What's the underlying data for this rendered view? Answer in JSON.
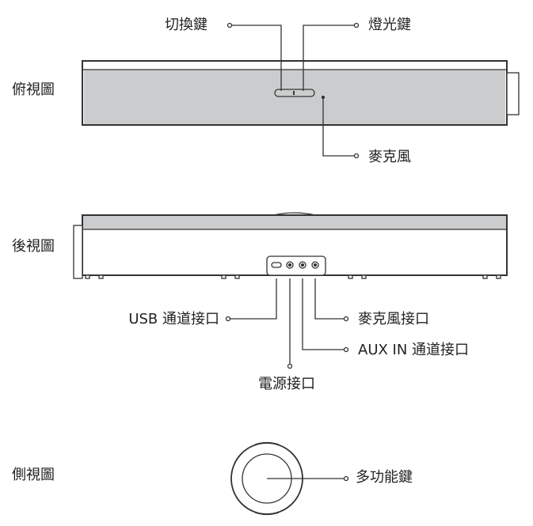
{
  "views": {
    "top": "俯視圖",
    "rear": "後視圖",
    "side": "側視圖"
  },
  "callouts": {
    "switch_key": "切換鍵",
    "light_key": "燈光鍵",
    "microphone": "麥克風",
    "usb_port": "USB 通道接口",
    "mic_port": "麥克風接口",
    "aux_port": "AUX IN 通道接口",
    "power_port": "電源接口",
    "multi_key": "多功能鍵"
  },
  "colors": {
    "panel": "#cbcccd",
    "line": "#333333"
  }
}
